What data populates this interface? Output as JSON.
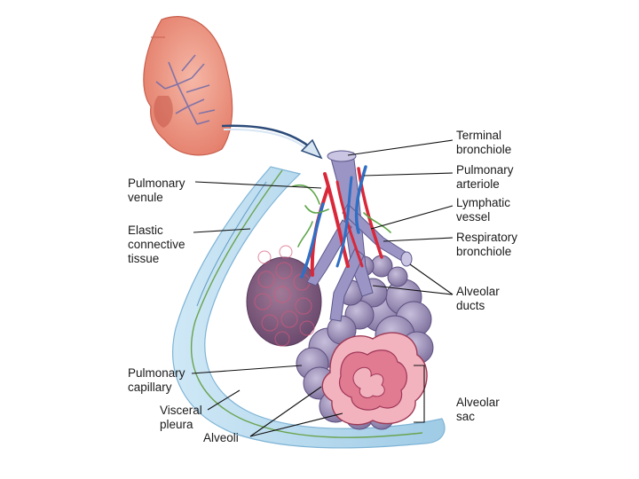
{
  "colors": {
    "background": "#ffffff",
    "lung": "#ef9a86",
    "bronchial_tree": "#7e7ab8",
    "pleura": "#b9dcef",
    "alveoli": "#9b8fb8",
    "alveolar_sac_interior": "#e6889a",
    "artery": "#d9283a",
    "vein": "#2f6fc4",
    "lymphatic": "#5fa64a",
    "leader_line": "#111111"
  },
  "labels": {
    "terminal_bronchiole": {
      "line1": "Terminal",
      "line2": "bronchiole"
    },
    "pulmonary_arteriole": {
      "line1": "Pulmonary",
      "line2": "arteriole"
    },
    "lymphatic_vessel": {
      "line1": "Lymphatic",
      "line2": "vessel"
    },
    "respiratory_bronchiole": {
      "line1": "Respiratory",
      "line2": "bronchiole"
    },
    "alveolar_ducts": {
      "line1": "Alveolar",
      "line2": "ducts"
    },
    "alveolar_sac": {
      "line1": "Alveolar",
      "line2": "sac"
    },
    "pulmonary_venule": {
      "line1": "Pulmonary",
      "line2": "venule"
    },
    "elastic_connective_tissue": {
      "line1": "Elastic",
      "line2": "connective",
      "line3": "tissue"
    },
    "pulmonary_capillary": {
      "line1": "Pulmonary",
      "line2": "capillary"
    },
    "visceral_pleura": {
      "line1": "Visceral",
      "line2": "pleura"
    },
    "alveoli": {
      "line1": "Alveoli"
    }
  }
}
